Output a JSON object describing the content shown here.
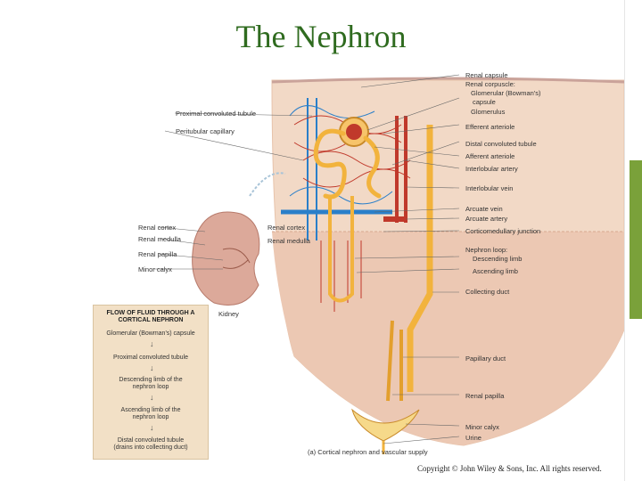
{
  "slide": {
    "title": "The Nephron",
    "copyright": "Copyright © John Wiley & Sons, Inc. All rights reserved."
  },
  "figure": {
    "caption": "(a) Cortical nephron and vascular supply",
    "left_labels": {
      "proximal": "Proximal convoluted tubule",
      "peritubular": "Peritubular capillary",
      "renal_cortex": "Renal cortex",
      "renal_medulla": "Renal medulla",
      "renal_papilla": "Renal papilla",
      "minor_calyx": "Minor calyx",
      "kidney": "Kidney"
    },
    "inner_labels": {
      "renal_cortex": "Renal cortex",
      "renal_medulla": "Renal medulla"
    },
    "right_labels": [
      "Renal capsule",
      "Renal corpuscle:",
      "Glomerular (Bowman's)",
      "capsule",
      "Glomerulus",
      "Efferent arteriole",
      "Distal convoluted tubule",
      "Afferent arteriole",
      "Interlobular artery",
      "Interlobular vein",
      "Arcuate vein",
      "Arcuate artery",
      "Corticomedullary junction",
      "Nephron loop:",
      "Descending limb",
      "Ascending limb",
      "Collecting duct",
      "Papillary duct",
      "Renal papilla",
      "Minor calyx",
      "Urine"
    ]
  },
  "flow": {
    "title_line1": "FLOW OF FLUID THROUGH A",
    "title_line2": "CORTICAL NEPHRON",
    "steps": [
      "Glomerular (Bowman's) capsule",
      "Proximal convoluted tubule",
      "Descending limb of the",
      "nephron loop",
      "Ascending limb of the",
      "nephron loop",
      "Distal convoluted tubule",
      "(drains into collecting duct)"
    ],
    "arrow": "↓"
  },
  "colors": {
    "title": "#2f6b1f",
    "accent_bar": "#7aa13a",
    "artery": "#c0392b",
    "vein": "#2a7fc9",
    "tubule": "#f2b33d",
    "tissue": "#f1d7c4"
  }
}
